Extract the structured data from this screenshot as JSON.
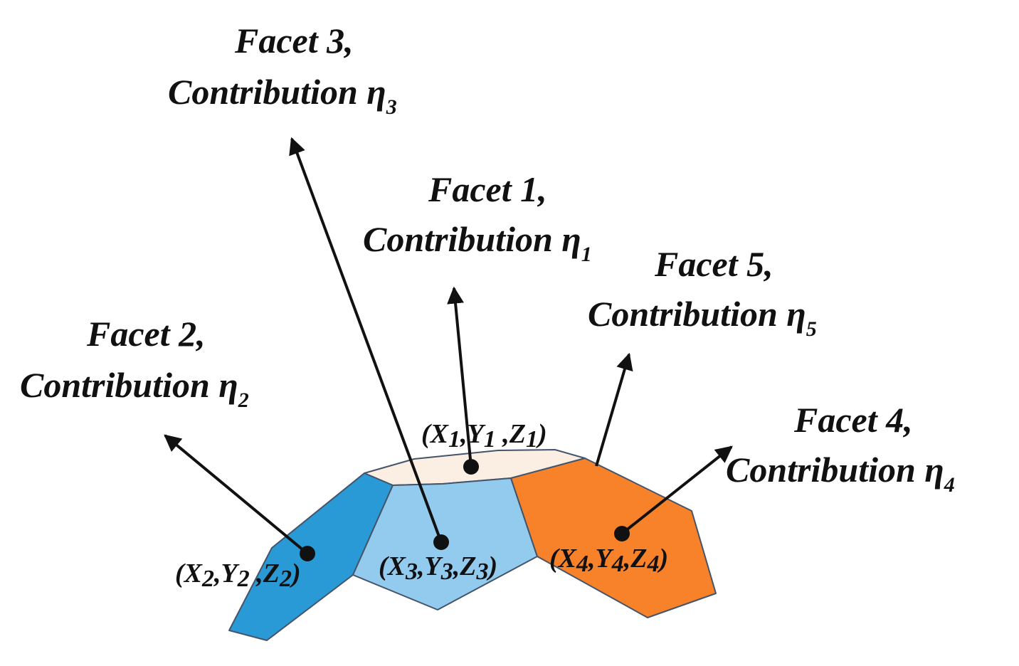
{
  "colors": {
    "facet_top": "#fbeee3",
    "facet_left": "#2a9ad6",
    "facet_center": "#93cbee",
    "facet_right": "#f8822a",
    "outline": "#44546a",
    "ink": "#111111"
  },
  "facets": [
    {
      "id": 1,
      "label": "Facet 1,",
      "contribution": "Contribution η",
      "sub": "1",
      "coord": {
        "x": "X",
        "xs": "1",
        "y": "Y",
        "ys": "1",
        "z": "Z",
        "zs": "1"
      }
    },
    {
      "id": 2,
      "label": "Facet 2,",
      "contribution": "Contribution η",
      "sub": "2",
      "coord": {
        "x": "X",
        "xs": "2",
        "y": "Y",
        "ys": "2",
        "z": "Z",
        "zs": "2"
      }
    },
    {
      "id": 3,
      "label": "Facet 3,",
      "contribution": "Contribution η",
      "sub": "3",
      "coord": {
        "x": "X",
        "xs": "3",
        "y": "Y",
        "ys": "3",
        "z": "Z",
        "zs": "3"
      }
    },
    {
      "id": 4,
      "label": "Facet 4,",
      "contribution": "Contribution η",
      "sub": "4",
      "coord": {
        "x": "X",
        "xs": "4",
        "y": "Y",
        "ys": "4",
        "z": "Z",
        "zs": "4"
      }
    },
    {
      "id": 5,
      "label": "Facet 5,",
      "contribution": "Contribution η",
      "sub": "5"
    }
  ]
}
